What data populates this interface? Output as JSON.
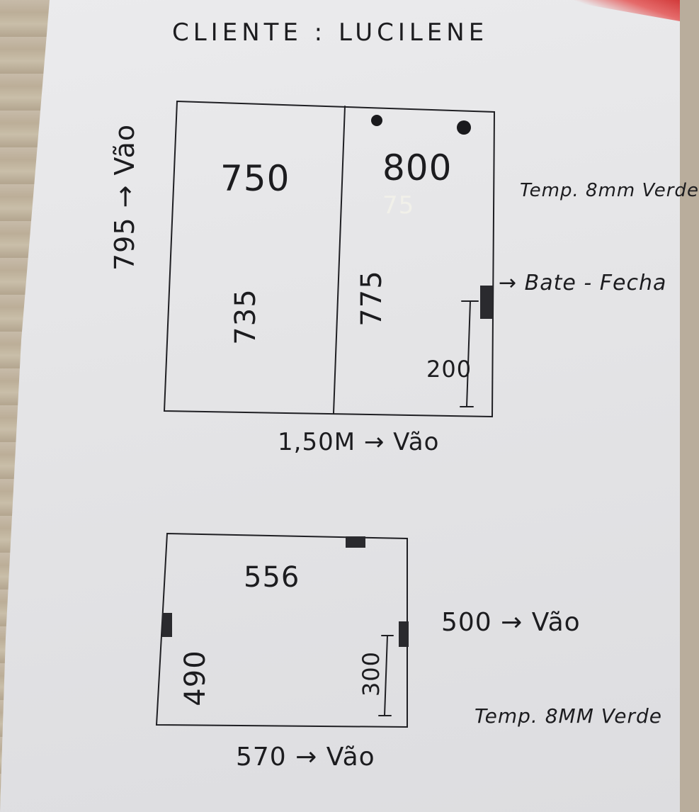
{
  "header": {
    "client_label": "CLIENTE : LUCILENE"
  },
  "top_drawing": {
    "left_panel": {
      "width": "750",
      "height": "735"
    },
    "right_panel": {
      "width": "800",
      "erased_mark": "75",
      "height": "775",
      "latch_distance": "200"
    },
    "height_opening": "795 → Vão",
    "width_opening": "1,50M → Vão",
    "glass_note": "Temp. 8mm Verde",
    "latch_note": "→ Bate - Fecha"
  },
  "bottom_drawing": {
    "width": "556",
    "height": "490",
    "hinge_distance": "300",
    "height_opening": "500 → Vão",
    "width_opening": "570 → Vão",
    "glass_note": "Temp. 8MM Verde"
  },
  "colors": {
    "ink": "#1c1c1f",
    "paper": "#e6e6e8",
    "hardware": "#2a2a2e"
  }
}
